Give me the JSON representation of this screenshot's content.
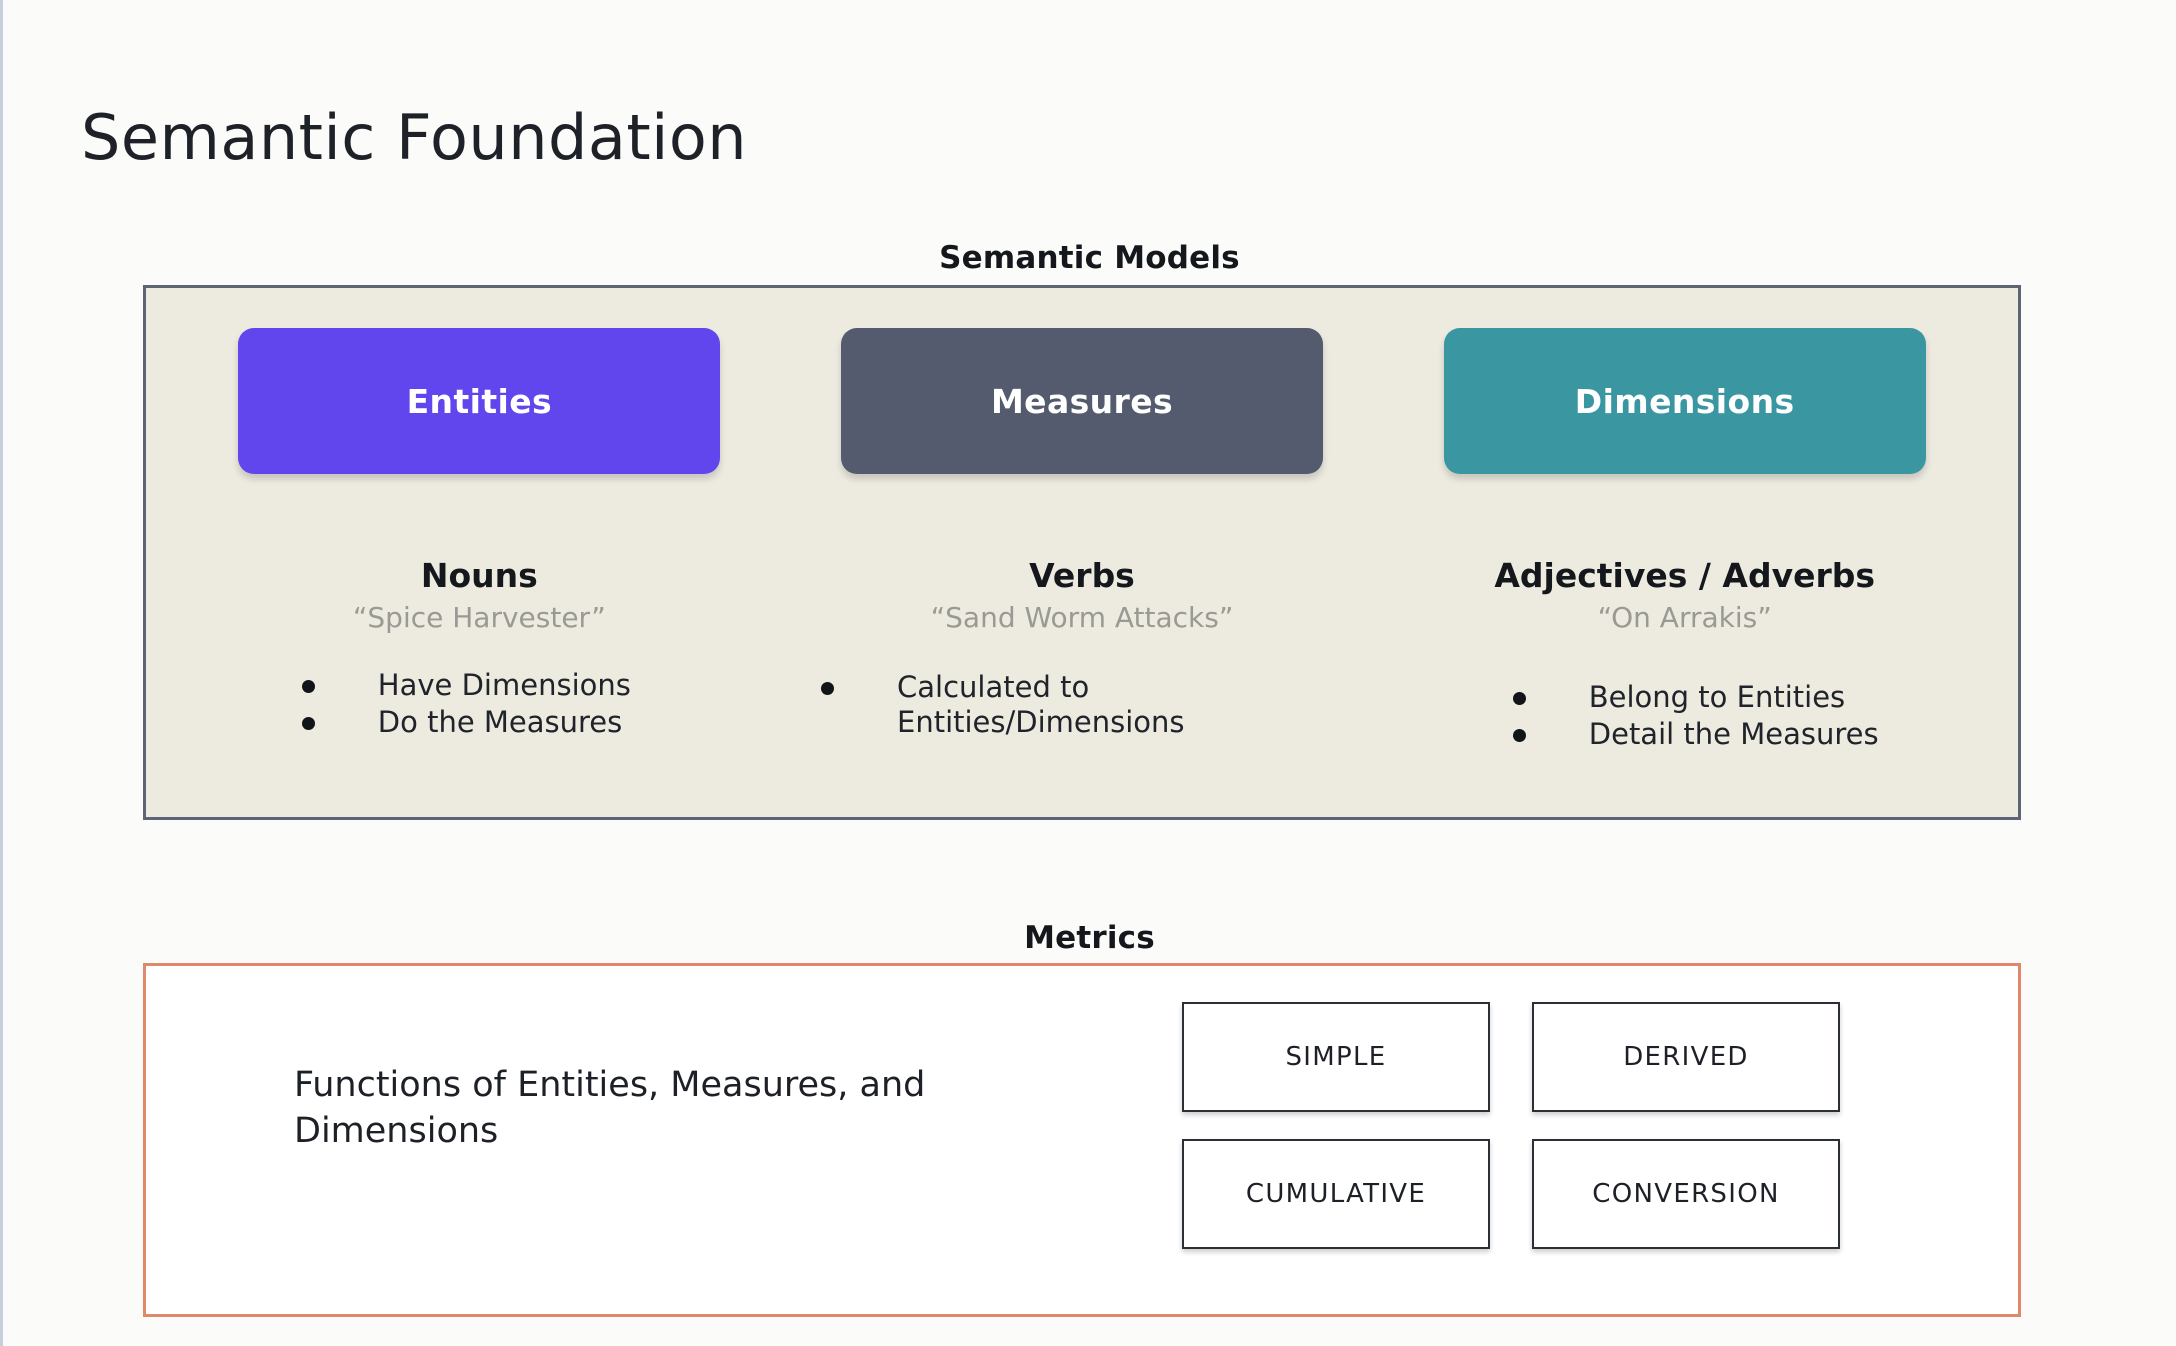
{
  "page": {
    "title": "Semantic Foundation"
  },
  "semantic_models": {
    "label": "Semantic Models",
    "columns": [
      {
        "pill_label": "Entities",
        "pill_color": "#6145ED",
        "part_of_speech": "Nouns",
        "example": "“Spice Harvester”",
        "bullets": [
          "Have Dimensions",
          "Do the Measures"
        ]
      },
      {
        "pill_label": "Measures",
        "pill_color": "#545B6E",
        "part_of_speech": "Verbs",
        "example": "“Sand Worm Attacks”",
        "bullets": [
          "Calculated to Entities/Dimensions"
        ]
      },
      {
        "pill_label": "Dimensions",
        "pill_color": "#3A97A2",
        "part_of_speech": "Adjectives / Adverbs",
        "example": "“On Arrakis”",
        "bullets": [
          "Belong to Entities",
          "Detail the Measures"
        ]
      }
    ]
  },
  "metrics": {
    "label": "Metrics",
    "description": "Functions of Entities, Measures, and Dimensions",
    "border_color": "#E0896A",
    "types": [
      "SIMPLE",
      "DERIVED",
      "CUMULATIVE",
      "CONVERSION"
    ]
  }
}
